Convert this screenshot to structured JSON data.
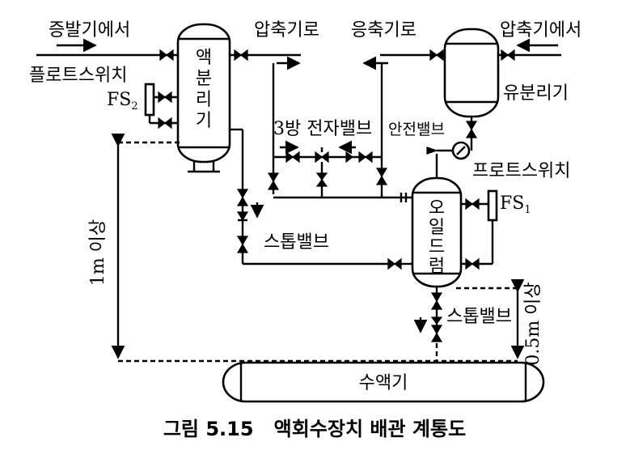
{
  "labels": {
    "from_evaporator": "증발기에서",
    "to_compressor": "압축기로",
    "to_condenser": "응축기로",
    "from_compressor_right": "압축기에서",
    "float_switch_left": "플로트스위치",
    "fs2": "FS",
    "fs2_sub": "2",
    "liquid_separator": [
      "액",
      "분",
      "리",
      "기"
    ],
    "oil_separator": "유분리기",
    "three_way_solenoid": "3방 전자밸브",
    "safety_valve": "안전밸브",
    "float_switch_right": "프로트스위치",
    "fs1": "FS",
    "fs1_sub": "1",
    "oil_drum": [
      "오",
      "일",
      "드",
      "럼"
    ],
    "stop_valve_left": "스톱밸브",
    "stop_valve_right": "스톱밸브",
    "height_1m": "1m 이상",
    "height_05m": "0.5m 이상",
    "receiver": "수액기"
  },
  "caption": "그림 5.15   액회수장치 배관 계통도"
}
